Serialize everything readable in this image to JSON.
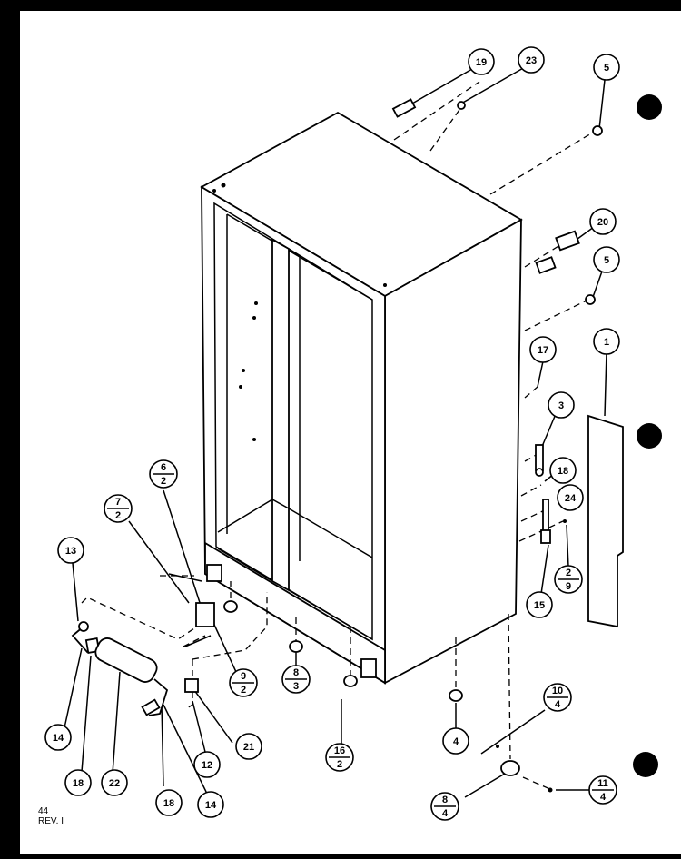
{
  "callouts": [
    {
      "id": "c19",
      "label": "19"
    },
    {
      "id": "c23",
      "label": "23"
    },
    {
      "id": "c5a",
      "label": "5"
    },
    {
      "id": "c20",
      "label": "20"
    },
    {
      "id": "c5b",
      "label": "5"
    },
    {
      "id": "c17",
      "label": "17"
    },
    {
      "id": "c1",
      "label": "1"
    },
    {
      "id": "c3",
      "label": "3"
    },
    {
      "id": "c18a",
      "label": "18"
    },
    {
      "id": "c24",
      "label": "24"
    },
    {
      "id": "c15",
      "label": "15"
    },
    {
      "id": "c13",
      "label": "13"
    },
    {
      "id": "c14a",
      "label": "14"
    },
    {
      "id": "c18b",
      "label": "18"
    },
    {
      "id": "c22",
      "label": "22"
    },
    {
      "id": "c18c",
      "label": "18"
    },
    {
      "id": "c14b",
      "label": "14"
    },
    {
      "id": "c12",
      "label": "12"
    },
    {
      "id": "c21",
      "label": "21"
    },
    {
      "id": "c4",
      "label": "4"
    }
  ],
  "fraction_callouts": [
    {
      "id": "f6_2",
      "top": "6",
      "bottom": "2"
    },
    {
      "id": "f7_2",
      "top": "7",
      "bottom": "2"
    },
    {
      "id": "f9_2",
      "top": "9",
      "bottom": "2"
    },
    {
      "id": "f8_3",
      "top": "8",
      "bottom": "3"
    },
    {
      "id": "f16_2",
      "top": "16",
      "bottom": "2"
    },
    {
      "id": "f2_9",
      "top": "2",
      "bottom": "9"
    },
    {
      "id": "f10_4",
      "top": "10",
      "bottom": "4"
    },
    {
      "id": "f8_4",
      "top": "8",
      "bottom": "4"
    },
    {
      "id": "f11_4",
      "top": "11",
      "bottom": "4"
    }
  ],
  "footer": {
    "page_number": "44",
    "revision": "REV. I"
  }
}
